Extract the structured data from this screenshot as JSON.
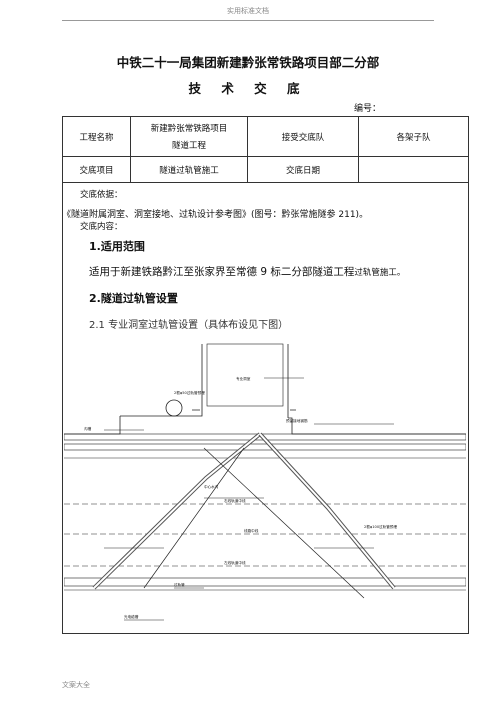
{
  "header": {
    "watermark": "实用标准文档"
  },
  "title": "中铁二十一局集团新建黔张常铁路项目部二分部",
  "subtitle": "技 术 交 底",
  "serial_label": "编号：",
  "info_table": {
    "project_label": "工程名称",
    "project_value_1": "新建黔张常铁路项目",
    "project_value_2": "隧道工程",
    "team_label": "接受交底队",
    "team_value": "各架子队",
    "item_label": "交底项目",
    "item_value": "隧道过轨管施工",
    "date_label": "交底日期",
    "date_value": ""
  },
  "basis": {
    "label": "交底依据：",
    "text": "《隧道附属洞室、洞室接地、过轨设计参考图》(图号：黔张常施隧参 211)。"
  },
  "content_label": "交底内容：",
  "sections": {
    "s1_heading": "1.适用范围",
    "s1_text": "适用于新建铁路黔江至张家界至常德 9 标二分部隧道工程",
    "s1_text_small": "过轨管施工。",
    "s2_heading": "2.隧道过轨管设置",
    "s2_1": "2.1 专业洞室过轨管设置（具体布设见下图）"
  },
  "diagram": {
    "labels": [
      "专业洞室",
      "2根φ50过轨管预埋",
      "预留接地钢筋",
      "2根φ100过轨管预埋",
      "沟槽",
      "中心水沟",
      "线路中线",
      "右线轨道中线",
      "左线轨道中线",
      "过轨管",
      "光电缆槽"
    ]
  },
  "footer": {
    "text": "文案大全"
  }
}
